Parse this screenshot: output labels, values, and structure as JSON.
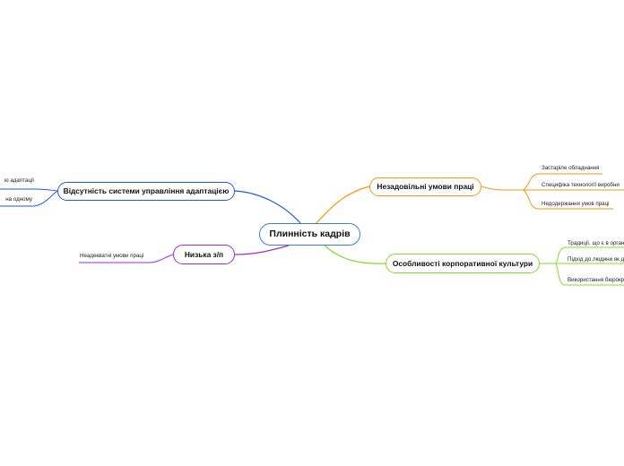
{
  "colors": {
    "root": "#3d7fd0",
    "orange": "#f29a0e",
    "green": "#84d92e",
    "blue": "#1f5ad9",
    "purple": "#9b2ee0"
  },
  "mindmap": {
    "root": "Плинність кадрів",
    "branches": {
      "unsatisfactory": {
        "label": "Незадовільні умови праці",
        "items": [
          "Застаріле обладнання",
          "Специфіка технології виробни",
          "Недодержання умов праці"
        ]
      },
      "culture": {
        "label": "Особливості корпоративної культури",
        "items": [
          "Традиції, що є в орган",
          "Підхід до людини як д",
          "Використання бюрокр"
        ]
      },
      "adaptation": {
        "label": "Відсутність системи управління адаптацією",
        "items": [
          "ю адаптації",
          "на одному"
        ]
      },
      "salary": {
        "label": "Низька з/п",
        "items": [
          "Неадекватні умови праці"
        ]
      }
    }
  }
}
